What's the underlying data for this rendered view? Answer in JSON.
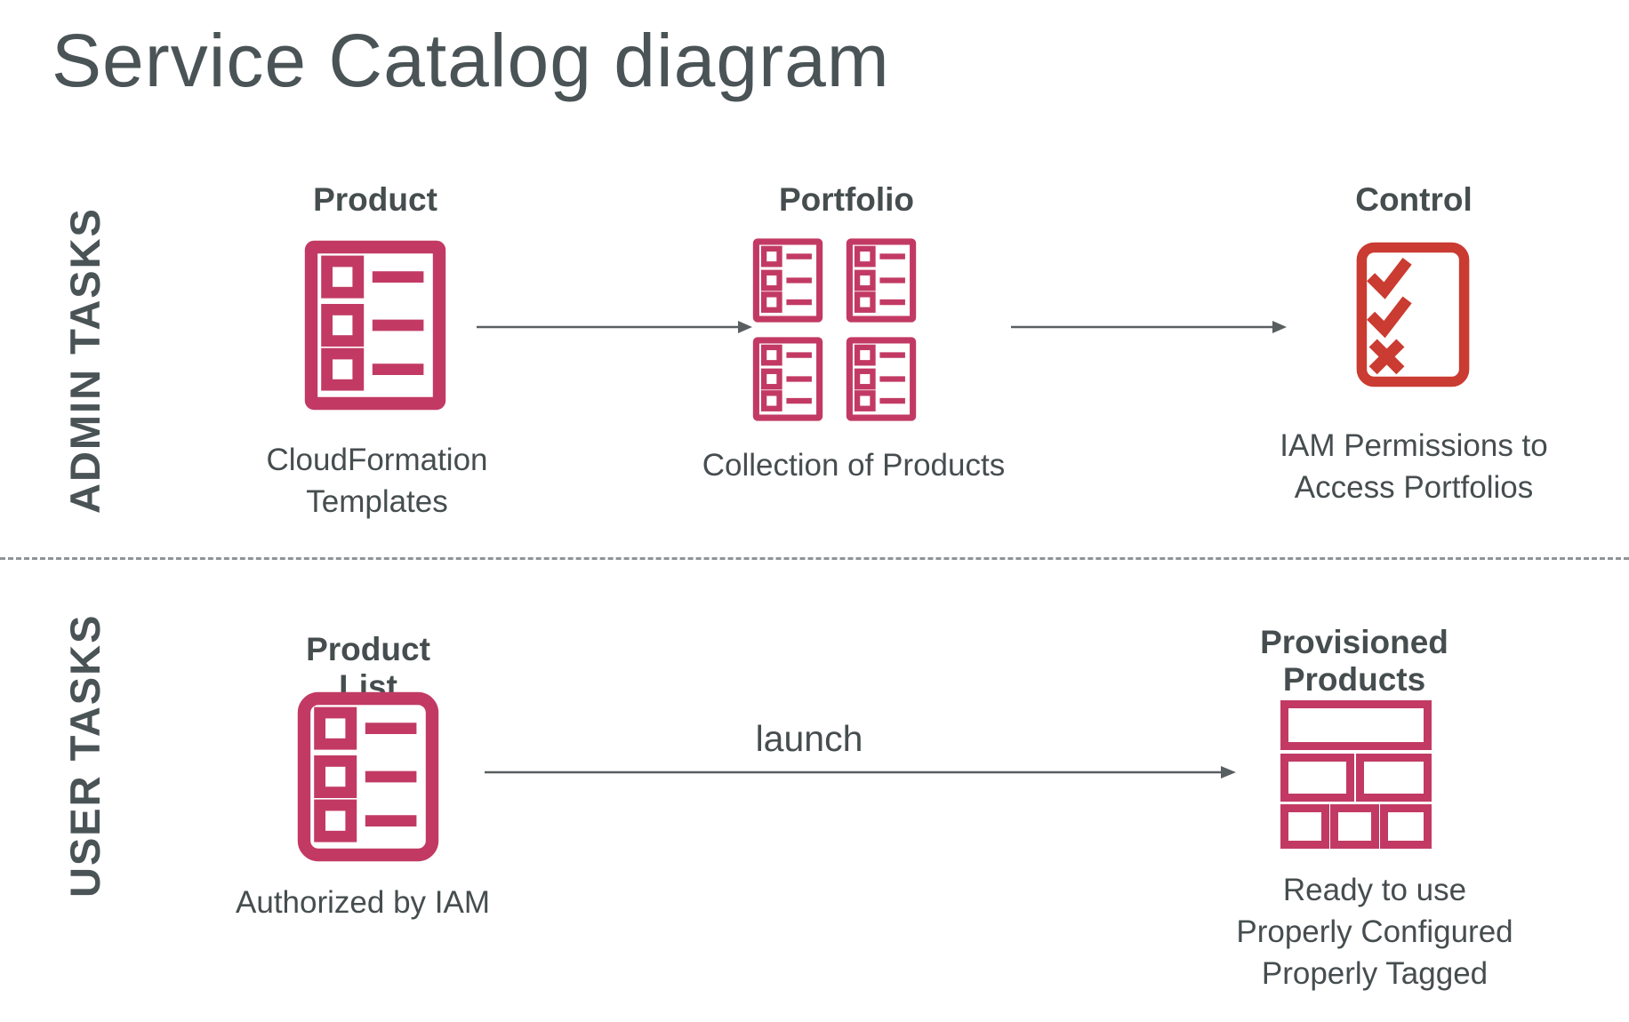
{
  "title": "Service Catalog diagram",
  "colors": {
    "accent_pink": "#C23A64",
    "accent_red": "#CA3B31",
    "text_dark": "#464D4F",
    "title_gray": "#4A5356",
    "arrow_gray": "#595E60",
    "divider_gray": "#8F9496"
  },
  "sections": {
    "admin": {
      "label": "ADMIN TASKS",
      "product": {
        "heading": "Product",
        "caption_line1": "CloudFormation",
        "caption_line2": "Templates"
      },
      "portfolio": {
        "heading": "Portfolio",
        "caption": "Collection of Products"
      },
      "control": {
        "heading": "Control",
        "caption_line1": "IAM Permissions to",
        "caption_line2": "Access Portfolios"
      }
    },
    "user": {
      "label": "USER TASKS",
      "product_list": {
        "heading": "Product List",
        "caption": "Authorized by IAM"
      },
      "launch_label": "launch",
      "provisioned": {
        "heading": "Provisioned Products",
        "caption_line1": "Ready to use",
        "caption_line2": "Properly Configured",
        "caption_line3": "Properly Tagged"
      }
    }
  }
}
